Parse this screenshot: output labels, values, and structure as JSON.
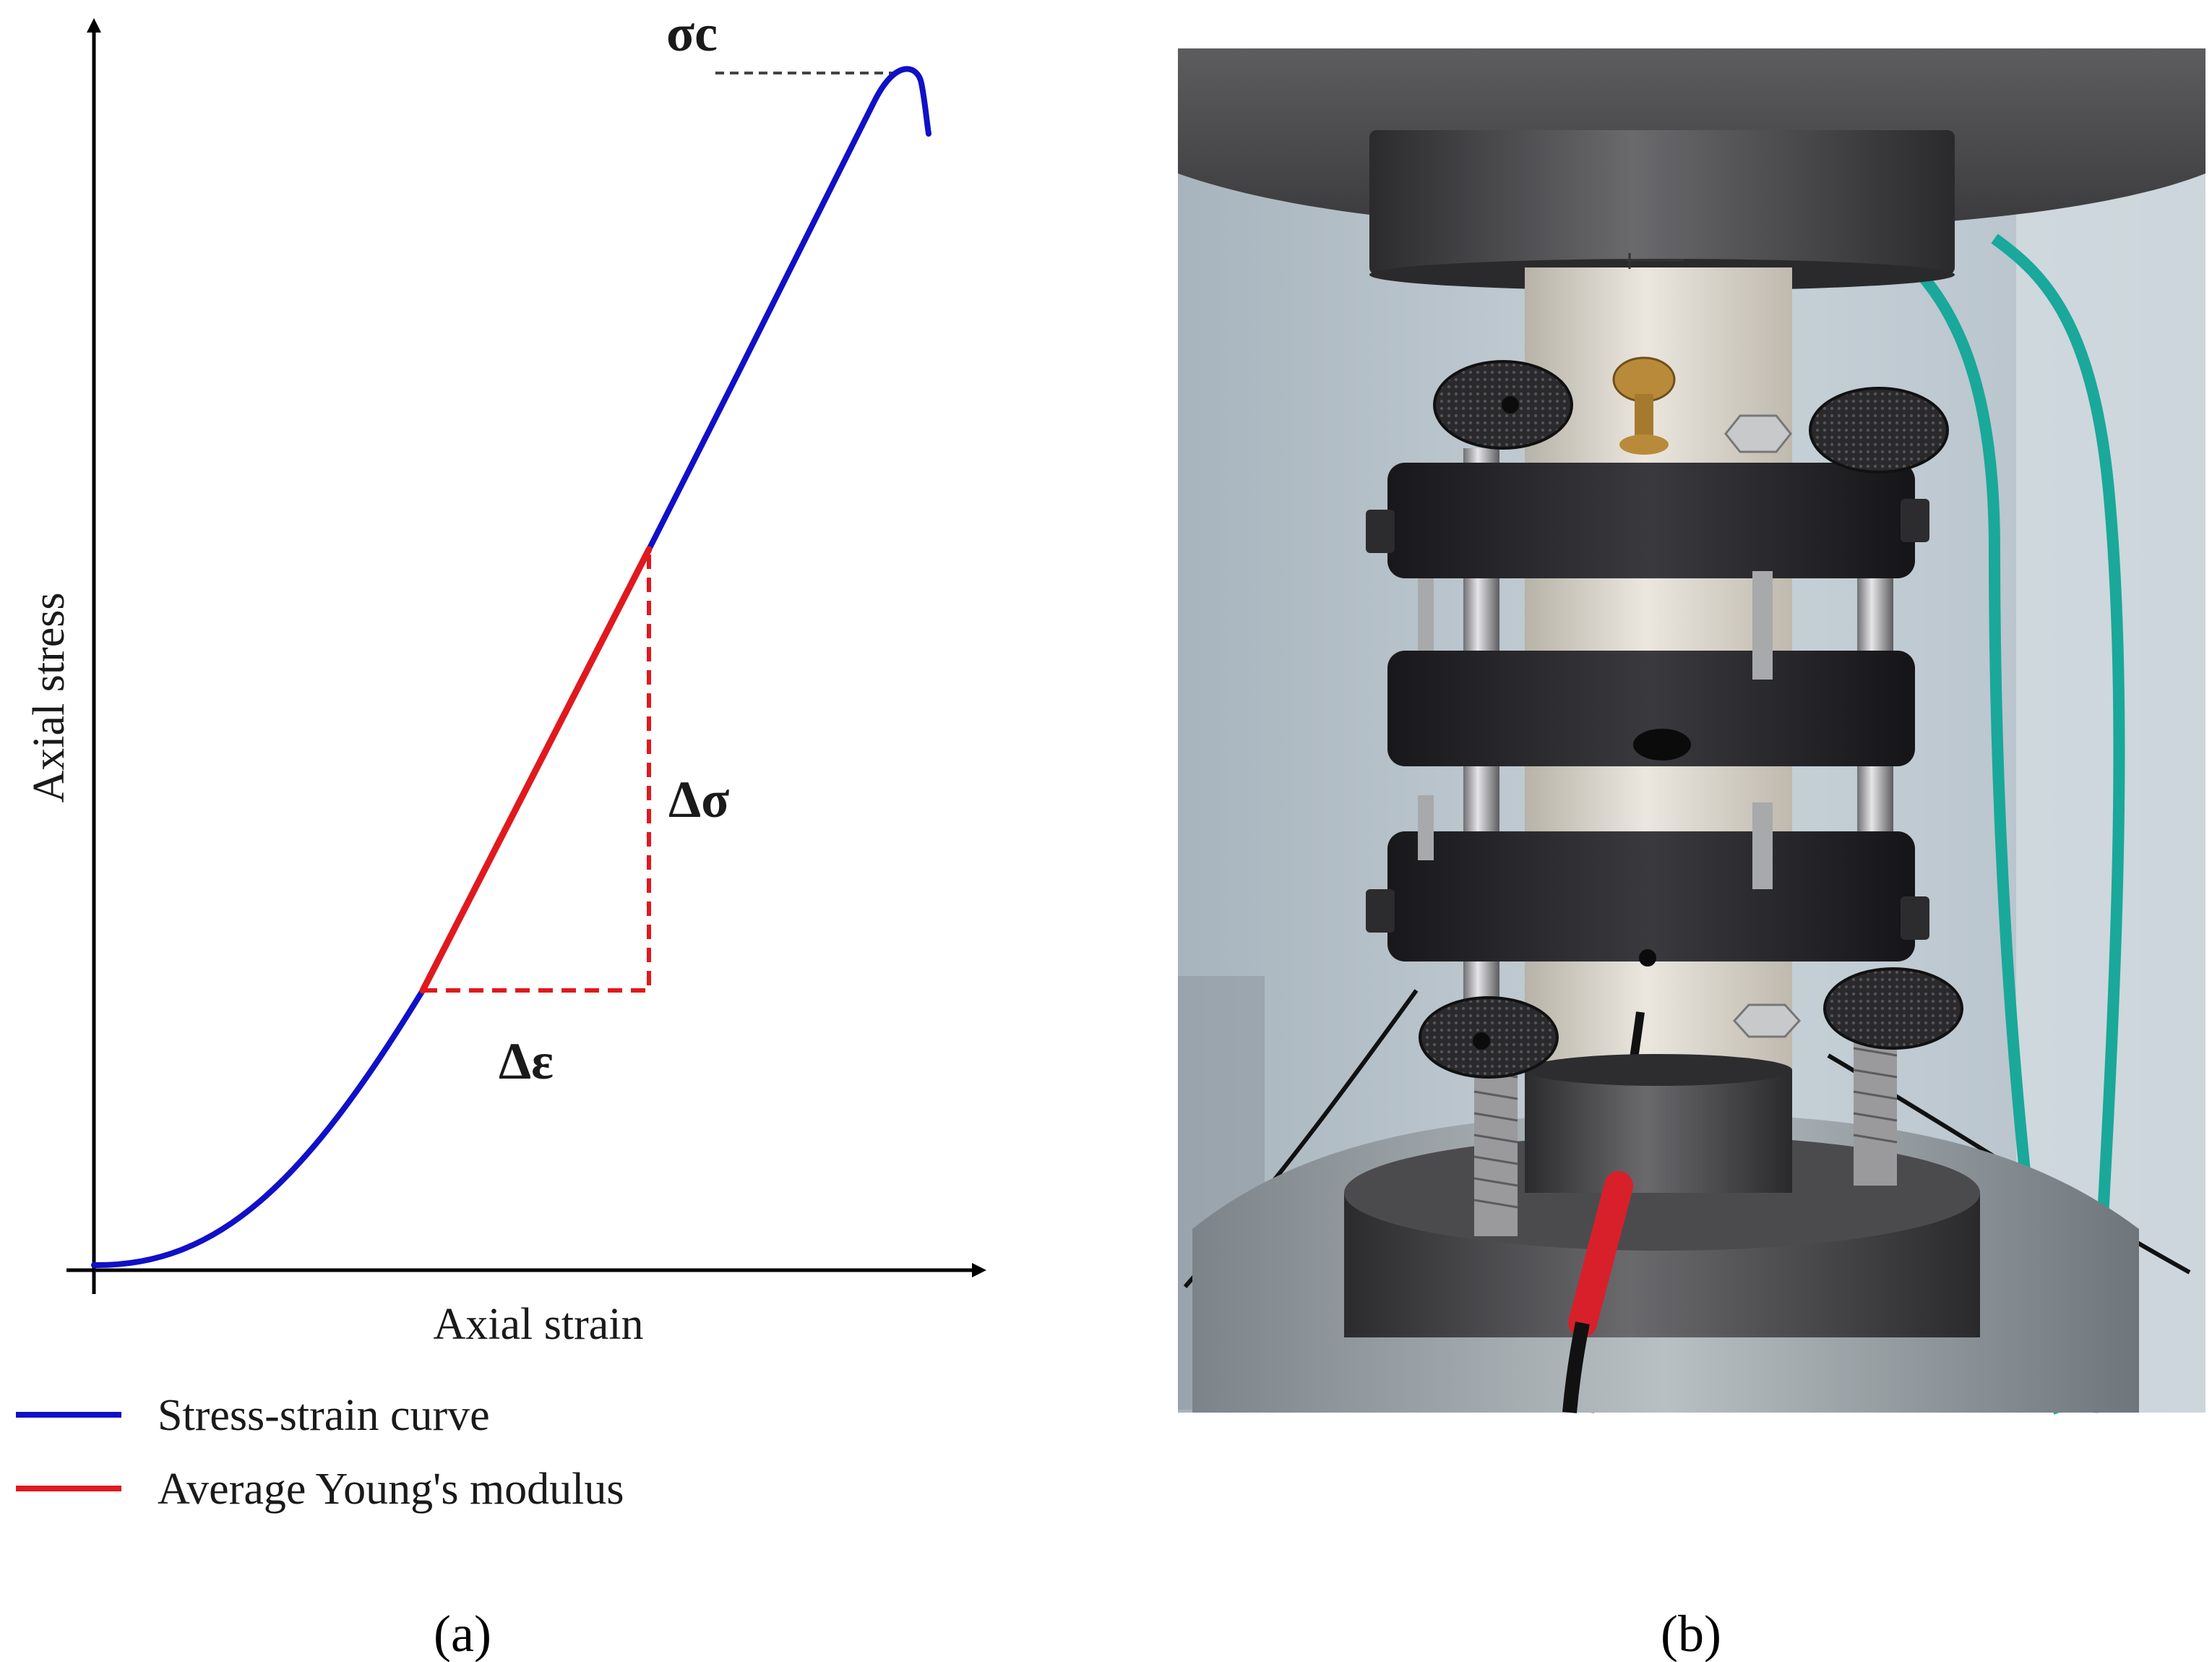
{
  "panel_a": {
    "caption": "(a)",
    "axes": {
      "x_label": "Axial strain",
      "y_label": "Axial stress"
    },
    "annotations": {
      "peak": "σc",
      "delta_stress": "Δσ",
      "delta_strain": "Δε"
    },
    "legend": {
      "items": [
        {
          "label": "Stress-strain curve",
          "color": "#1010c8"
        },
        {
          "label": "Average Young's modulus",
          "color": "#e0191f"
        }
      ]
    },
    "colors": {
      "curve": "#1010c8",
      "modulus": "#e0191f",
      "peak_line": "#444444",
      "axis": "#000000"
    }
  },
  "panel_b": {
    "caption": "(b)",
    "photo": {
      "subject": "cylindrical rock specimen in compression press with strain-measuring ring frame",
      "colors": {
        "background": "#b9c6cf",
        "platen": "#4a4a4a",
        "specimen": "#dcd8cf",
        "ring": "#1f1f22",
        "tubing": "#1aa89a",
        "sleeve": "#d8202a"
      }
    }
  }
}
